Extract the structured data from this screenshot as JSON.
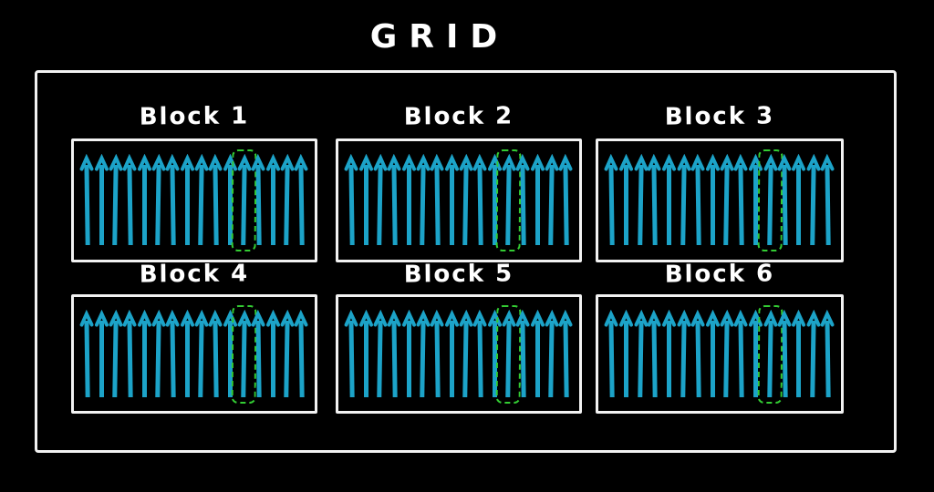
{
  "title": "GRID",
  "palette": {
    "background": "#000000",
    "frame_stroke": "#f2f2f2",
    "arrow_color": "#1ca3c8",
    "highlight_color": "#33cc33",
    "text_color": "#ffffff"
  },
  "icons": {
    "arrow": "up-arrow-icon",
    "highlight": "dashed-highlight-box"
  },
  "blocks": [
    {
      "label": "Block 1",
      "arrow_count": 16,
      "highlighted_arrow": 12
    },
    {
      "label": "Block 2",
      "arrow_count": 16,
      "highlighted_arrow": 12
    },
    {
      "label": "Block 3",
      "arrow_count": 16,
      "highlighted_arrow": 12
    },
    {
      "label": "Block 4",
      "arrow_count": 16,
      "highlighted_arrow": 12
    },
    {
      "label": "Block 5",
      "arrow_count": 16,
      "highlighted_arrow": 12
    },
    {
      "label": "Block 6",
      "arrow_count": 16,
      "highlighted_arrow": 12
    }
  ]
}
